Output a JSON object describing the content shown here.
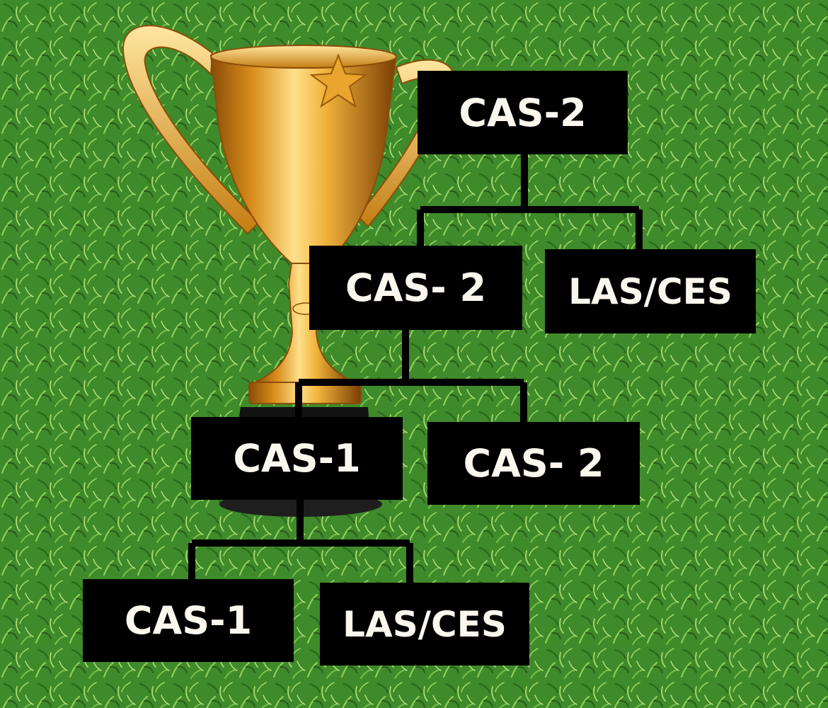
{
  "colors": {
    "background": "#3f8a2a",
    "box_fill": "#000000",
    "box_text": "#fbf6ee",
    "connector": "#000000",
    "trophy_gold": "#e8a628"
  },
  "decoration": {
    "trophy": "trophy-icon",
    "texture": "grass"
  },
  "bracket": {
    "final": {
      "label": "CAS-2"
    },
    "semifinal_a": {
      "label": "CAS- 2"
    },
    "semifinal_b": {
      "label": "LAS/CES"
    },
    "quarter_a": {
      "label": "CAS-1"
    },
    "quarter_b": {
      "label": "CAS- 2"
    },
    "round1_a": {
      "label": "CAS-1"
    },
    "round1_b": {
      "label": "LAS/CES"
    }
  }
}
